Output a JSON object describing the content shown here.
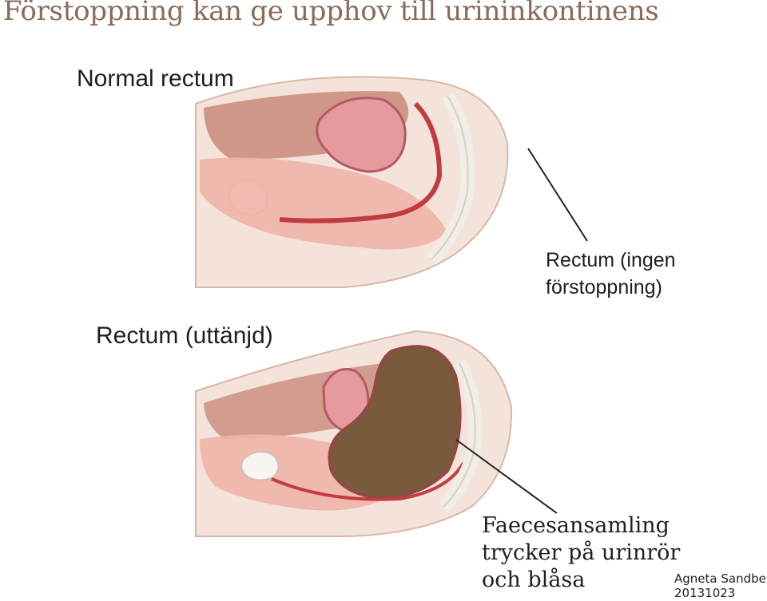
{
  "title": "Förstoppning kan ge upphov till urininkontinens",
  "labels": {
    "normal": "Normal rectum",
    "distended": "Rectum (uttänjd)",
    "no_constipation": [
      "Rectum (ingen",
      "förstoppning)"
    ],
    "faeces": [
      "Faecesansamling",
      "trycker på urinrör",
      "och blåsa"
    ]
  },
  "credit": [
    "Agneta Sandberg",
    "20131023"
  ],
  "colors": {
    "title": "#8b6a57",
    "tissue_light": "#f4d9cf",
    "tissue_pink": "#e8a9a0",
    "organ_red": "#c2545a",
    "rectum_faeces": "#7a5a3c",
    "leader_line": "#222222"
  }
}
